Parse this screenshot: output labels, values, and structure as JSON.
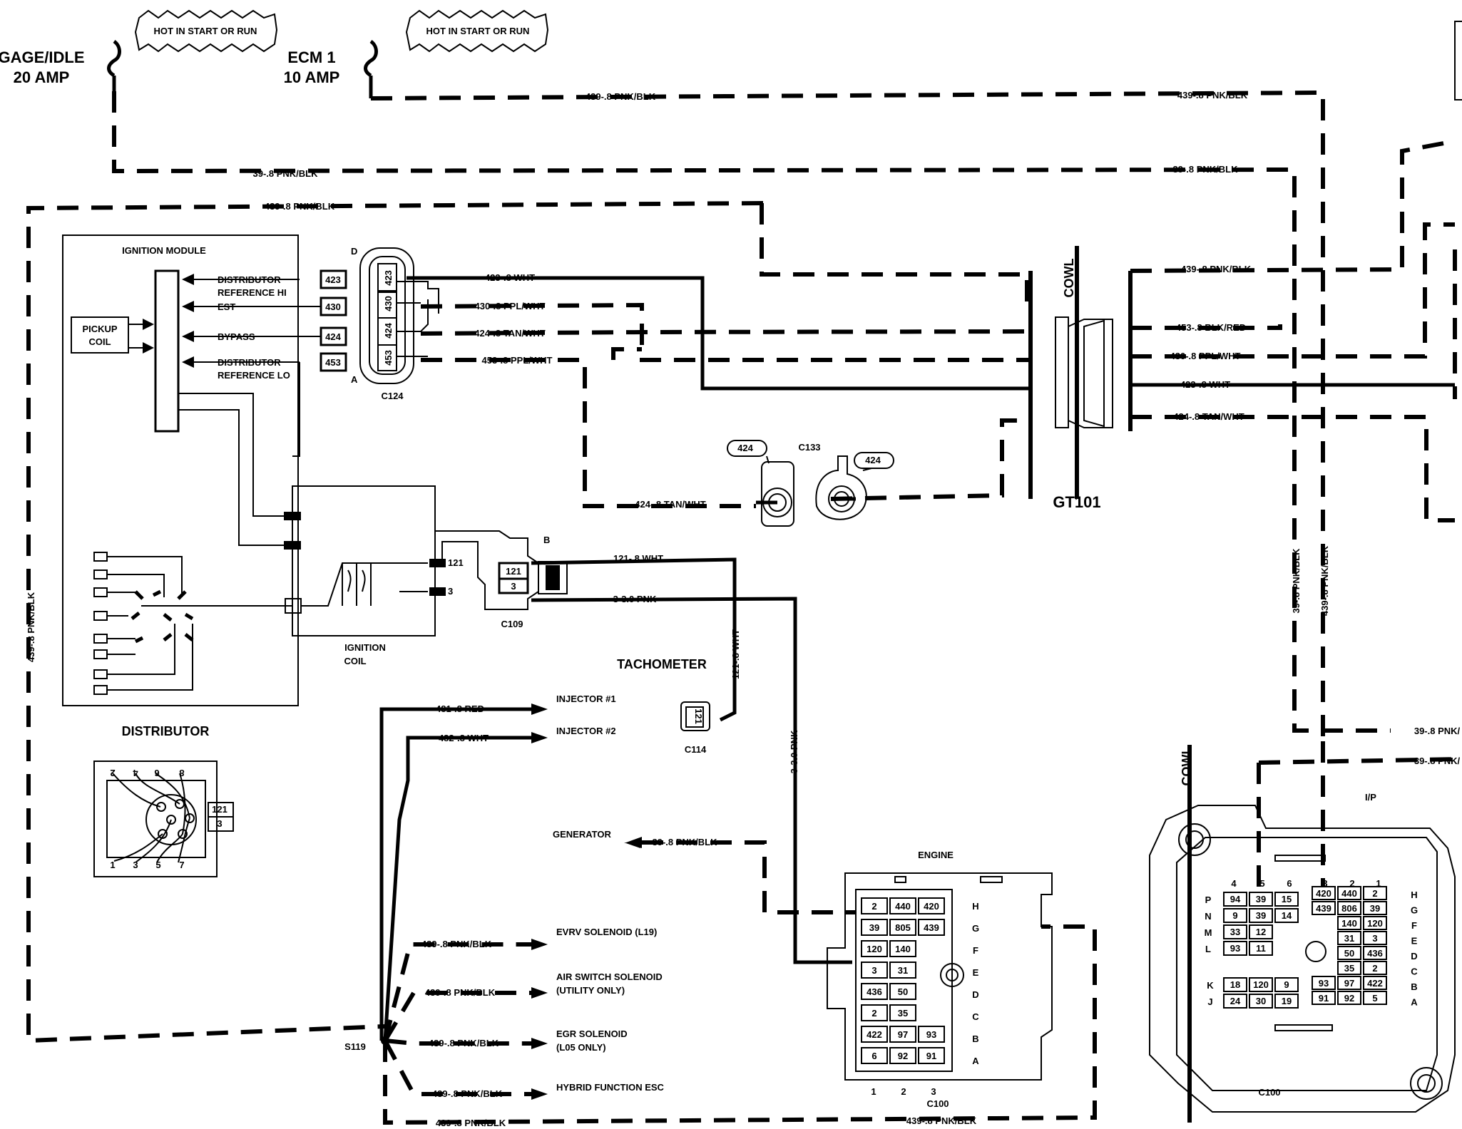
{
  "fuses": {
    "gage_idle_name": "GAGE/IDLE",
    "gage_idle_amp": "20 AMP",
    "ecm1_name": "ECM 1",
    "ecm1_amp": "10 AMP",
    "hot_label_1": "HOT IN START OR RUN",
    "hot_label_2": "HOT IN START OR RUN"
  },
  "wires": {
    "w439_top": "439-.8 PNK/BLK",
    "w439_top_right": "439-.8 PNK/BLK",
    "w39_top": "39-.8 PNK/BLK",
    "w39_top_right": "39-.8 PNK/BLK",
    "w439_left_top": "439-.8 PNK/BLK",
    "w423": "423-.8 WHT",
    "w430": "430-.8 PPL/WHT",
    "w424": "424-.8 TAN/WHT",
    "w453": "453-.8 PPL/WHT",
    "w424_c133": "424-.8 TAN/WHT",
    "w121_wht": "121-.8 WHT",
    "w3_pnk": "3-3.0 PNK",
    "w121_vert": "121-.8 WHT",
    "w3_vert": "3-3.0 PNK",
    "w481": "481-.8 RED",
    "w482": "482-.8 WHT",
    "w39_gen": "39-.8 PNK/BLK",
    "w439_evrv": "439-.8 PNK/BLK",
    "w439_air": "439-.8 PNK/BLK",
    "w439_egr": "439-.8 PNK/BLK",
    "w439_hybrid": "439-.8 PNK/BLK",
    "w439_bottom1": "439-.8 PNK/BLK",
    "w439_bottom2": "439-.8 PNK/BLK",
    "w439_left_vert": "439-.8 PNK/BLK",
    "r439_a": "439-.8 PNK/BLK",
    "r453": "453-.8 BLK/RED",
    "r430": "430-.8 PPL/WHT",
    "r423": "423-.8 WHT",
    "r424": "424-.8 TAN/WHT",
    "r39_vert": "39-.8 PNK/BLK",
    "r439_vert": "439-.8 PNK/BLK",
    "r39_b1": "39-.8 PNK/",
    "r39_b2": "39-.8 PNK/"
  },
  "ignition": {
    "module_title": "IGNITION MODULE",
    "dist_ref_hi_1": "DISTRIBUTOR",
    "dist_ref_hi_2": "REFERENCE HI",
    "est": "EST",
    "bypass": "BYPASS",
    "dist_ref_lo_1": "DISTRIBUTOR",
    "dist_ref_lo_2": "REFERENCE LO",
    "pickup_1": "PICKUP",
    "pickup_2": "COIL",
    "pins": [
      "423",
      "430",
      "424",
      "453"
    ],
    "pin_d": "D",
    "pin_a": "A",
    "coil_1": "IGNITION",
    "coil_2": "COIL",
    "coil_pin_121": "121",
    "coil_pin_3": "3",
    "distributor": "DISTRIBUTOR"
  },
  "connectors": {
    "c124": "C124",
    "c124_pins": [
      "423",
      "430",
      "424",
      "453"
    ],
    "c133": "C133",
    "c133_tag_left": "424",
    "c133_tag_right": "424",
    "c109": "C109",
    "c109_b": "B",
    "c109_pins": [
      "121",
      "3"
    ],
    "c114": "C114",
    "c114_pin": "121",
    "dist_pins": [
      "121",
      "3"
    ],
    "dist_cap_top": [
      "2",
      "4",
      "6",
      "8"
    ],
    "dist_cap_bottom": [
      "1",
      "3",
      "5",
      "7"
    ]
  },
  "labels": {
    "cowl_top": "COWL",
    "gt101": "GT101",
    "tachometer": "TACHOMETER",
    "injector1": "INJECTOR #1",
    "injector2": "INJECTOR #2",
    "generator": "GENERATOR",
    "evrv_1": "EVRV SOLENOID (L19)",
    "air_1": "AIR SWITCH SOLENOID",
    "air_2": "(UTILITY ONLY)",
    "egr_1": "EGR SOLENOID",
    "egr_2": "(L05 ONLY)",
    "hybrid": "HYBRID FUNCTION ESC",
    "s119": "S119",
    "cowl_bottom": "COWL",
    "ip": "I/P"
  },
  "engine_c100": {
    "title": "ENGINE",
    "label": "C100",
    "rows": [
      [
        "2",
        "440",
        "420"
      ],
      [
        "39",
        "805",
        "439"
      ],
      [
        "120",
        "140",
        ""
      ],
      [
        "3",
        "31",
        ""
      ],
      [
        "436",
        "50",
        ""
      ],
      [
        "2",
        "35",
        ""
      ],
      [
        "422",
        "97",
        "93"
      ],
      [
        "6",
        "92",
        "91"
      ]
    ],
    "side_letters": [
      "H",
      "G",
      "F",
      "E",
      "D",
      "C",
      "B",
      "A"
    ],
    "bottom_numbers": [
      "1",
      "2",
      "3"
    ]
  },
  "ip_c100": {
    "label": "C100",
    "col_numbers": [
      "4",
      "5",
      "6",
      "3",
      "2",
      "1"
    ],
    "left_letters": [
      "P",
      "N",
      "M",
      "L",
      "K",
      "J"
    ],
    "right_letters": [
      "H",
      "G",
      "F",
      "E",
      "D",
      "C",
      "B",
      "A"
    ],
    "left_rows": [
      [
        "94",
        "39",
        "15"
      ],
      [
        "9",
        "39",
        "14"
      ],
      [
        "33",
        "12",
        ""
      ],
      [
        "93",
        "11",
        ""
      ]
    ],
    "left_bottom_rows": [
      [
        "18",
        "120",
        "9"
      ],
      [
        "24",
        "30",
        "19"
      ]
    ],
    "right_rows": [
      [
        "420",
        "440",
        "2"
      ],
      [
        "439",
        "806",
        "39"
      ],
      [
        "",
        "140",
        "120"
      ],
      [
        "",
        "31",
        "3"
      ],
      [
        "",
        "50",
        "436"
      ],
      [
        "",
        "35",
        "2"
      ],
      [
        "93",
        "97",
        "422"
      ],
      [
        "91",
        "92",
        "5"
      ]
    ]
  }
}
